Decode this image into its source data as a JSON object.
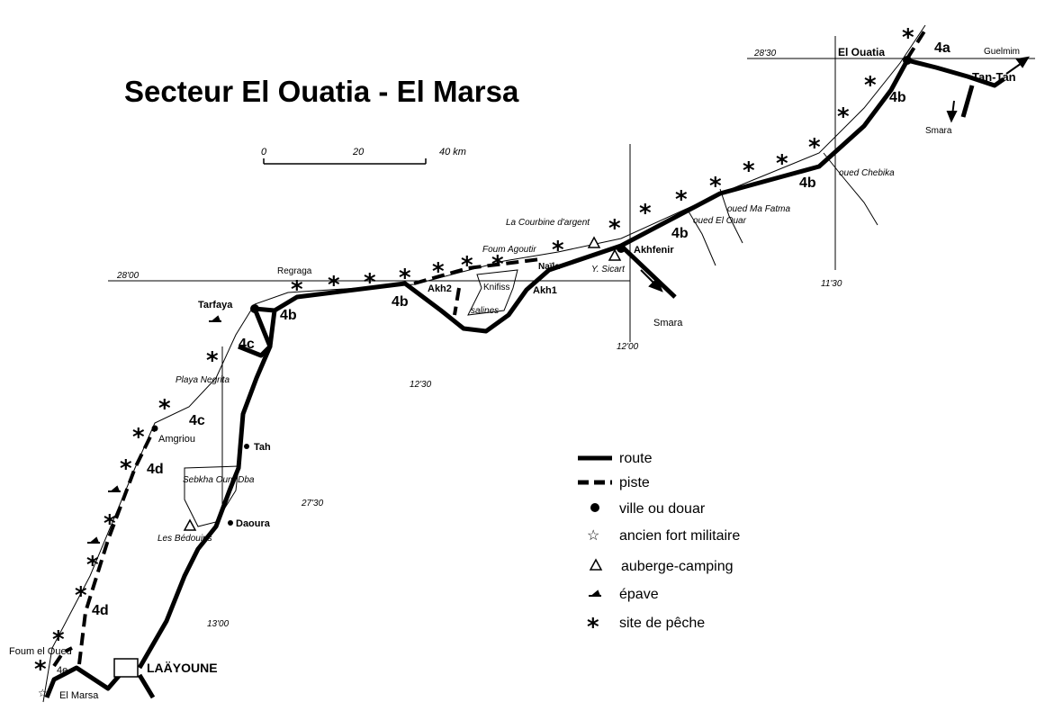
{
  "title": "Secteur El Ouatia - El Marsa",
  "scale": {
    "ticks": [
      "0",
      "20",
      "40 km"
    ]
  },
  "coords": {
    "n2830": "28'30",
    "n2800": "28'00",
    "n2730": "27'30",
    "w1130": "11'30",
    "w1200": "12'00",
    "w1230": "12'30",
    "w1300": "13'00"
  },
  "places": {
    "el_ouatia": "El Ouatia",
    "guelmim": "Guelmim",
    "tan_tan": "Tan-Tan",
    "smara1": "Smara",
    "oued_chebika": "oued Chebika",
    "oued_ma_fatma": "oued Ma Fatma",
    "oued_el_ouar": "oued El Ouar",
    "akhfenir": "Akhfenir",
    "smara2": "Smara",
    "y_sicart": "Y. Sicart",
    "la_courbine": "La Courbine d'argent",
    "foum_agoutir": "Foum Agoutir",
    "naila": "Naïla",
    "knifiss": "Knifiss",
    "salines": "salines",
    "akh1": "Akh1",
    "akh2": "Akh2",
    "regraga": "Regraga",
    "tarfaya": "Tarfaya",
    "playa_negrita": "Playa Negrita",
    "amgriou": "Amgriou",
    "tah": "Tah",
    "sebkha": "Sebkha Oum Dba",
    "les_bedouins": "Les Bédouins",
    "daoura": "Daoura",
    "foum_el_oued": "Foum el Oued",
    "laayoune": "LAÄYOUNE",
    "el_marsa": "El Marsa"
  },
  "routes": {
    "r4a": "4a",
    "r4b": "4b",
    "r4c": "4c",
    "r4d": "4d",
    "r4e": "4e"
  },
  "legend": [
    {
      "symbol": "route",
      "label": "route"
    },
    {
      "symbol": "piste",
      "label": "piste"
    },
    {
      "symbol": "dot",
      "label": "ville ou douar"
    },
    {
      "symbol": "star-outline",
      "label": "ancien fort militaire"
    },
    {
      "symbol": "triangle",
      "label": "auberge-camping"
    },
    {
      "symbol": "wreck",
      "label": "épave"
    },
    {
      "symbol": "asterisk",
      "label": "site de pêche"
    }
  ]
}
